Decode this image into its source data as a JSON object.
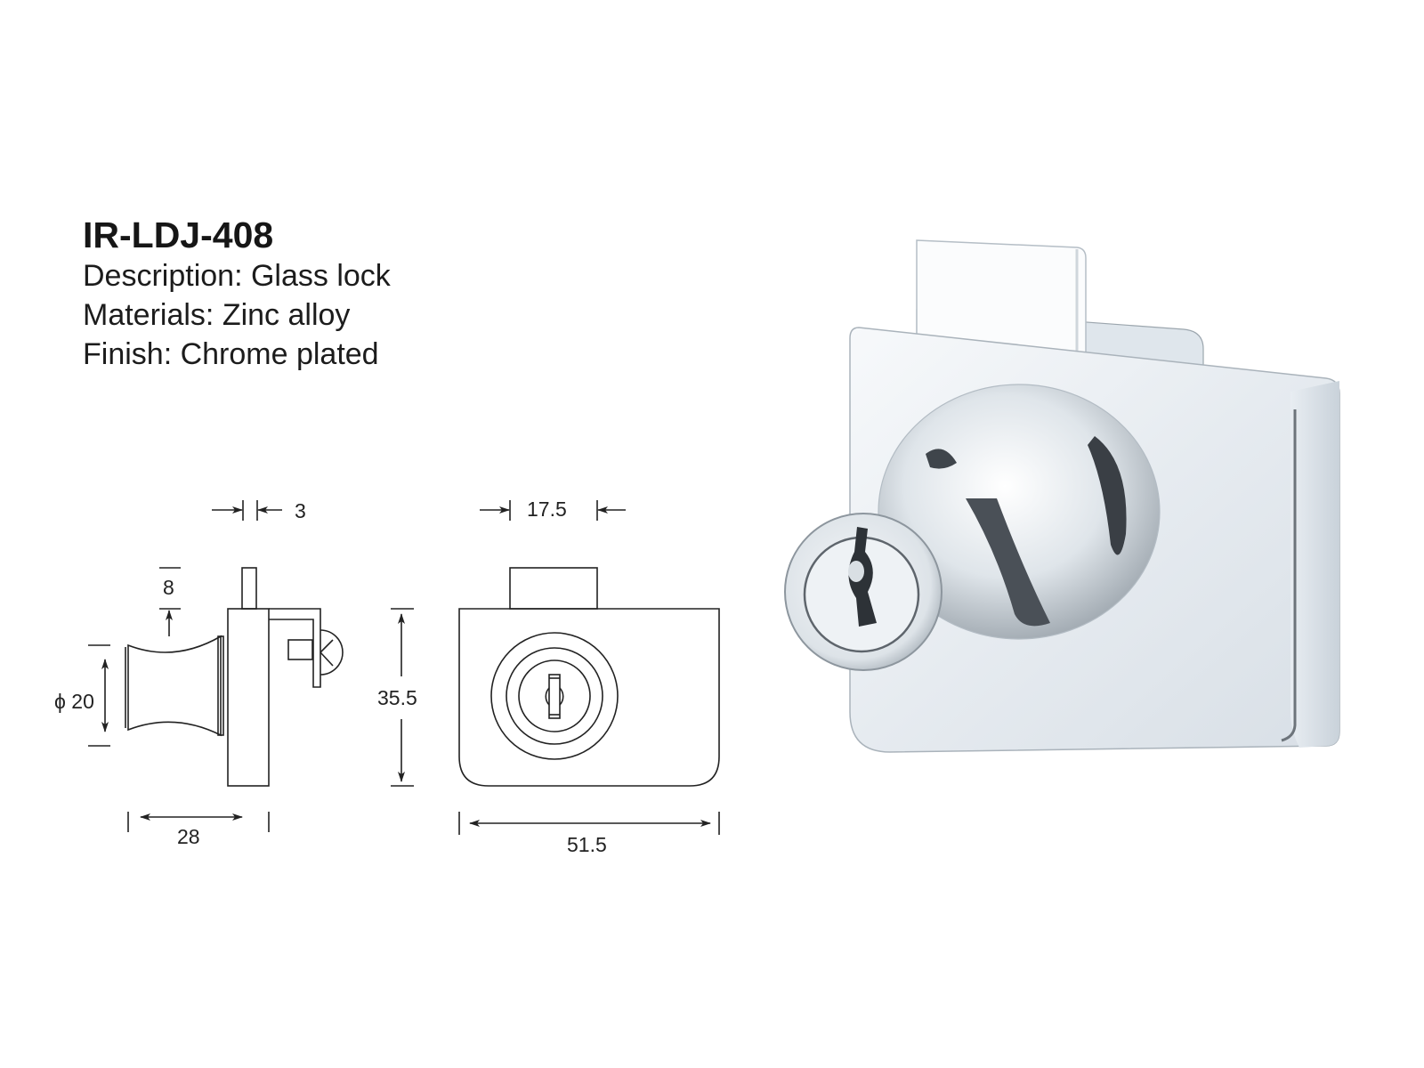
{
  "product": {
    "code": "IR-LDJ-408",
    "description_label": "Description: Glass lock",
    "materials_label": "Materials: Zinc alloy",
    "finish_label": "Finish: Chrome plated"
  },
  "drawing": {
    "side_view": {
      "thickness": "3",
      "protrusion": "8",
      "knob_diameter": "ϕ 20",
      "depth": "28"
    },
    "front_view": {
      "tab_width": "17.5",
      "height": "35.5",
      "width": "51.5"
    }
  },
  "photo": {
    "subject": "chrome glass lock with keyed knob",
    "colors": {
      "chrome_light": "#f4f7fa",
      "chrome_mid": "#d4dce3",
      "chrome_dark": "#3a3f45"
    }
  }
}
